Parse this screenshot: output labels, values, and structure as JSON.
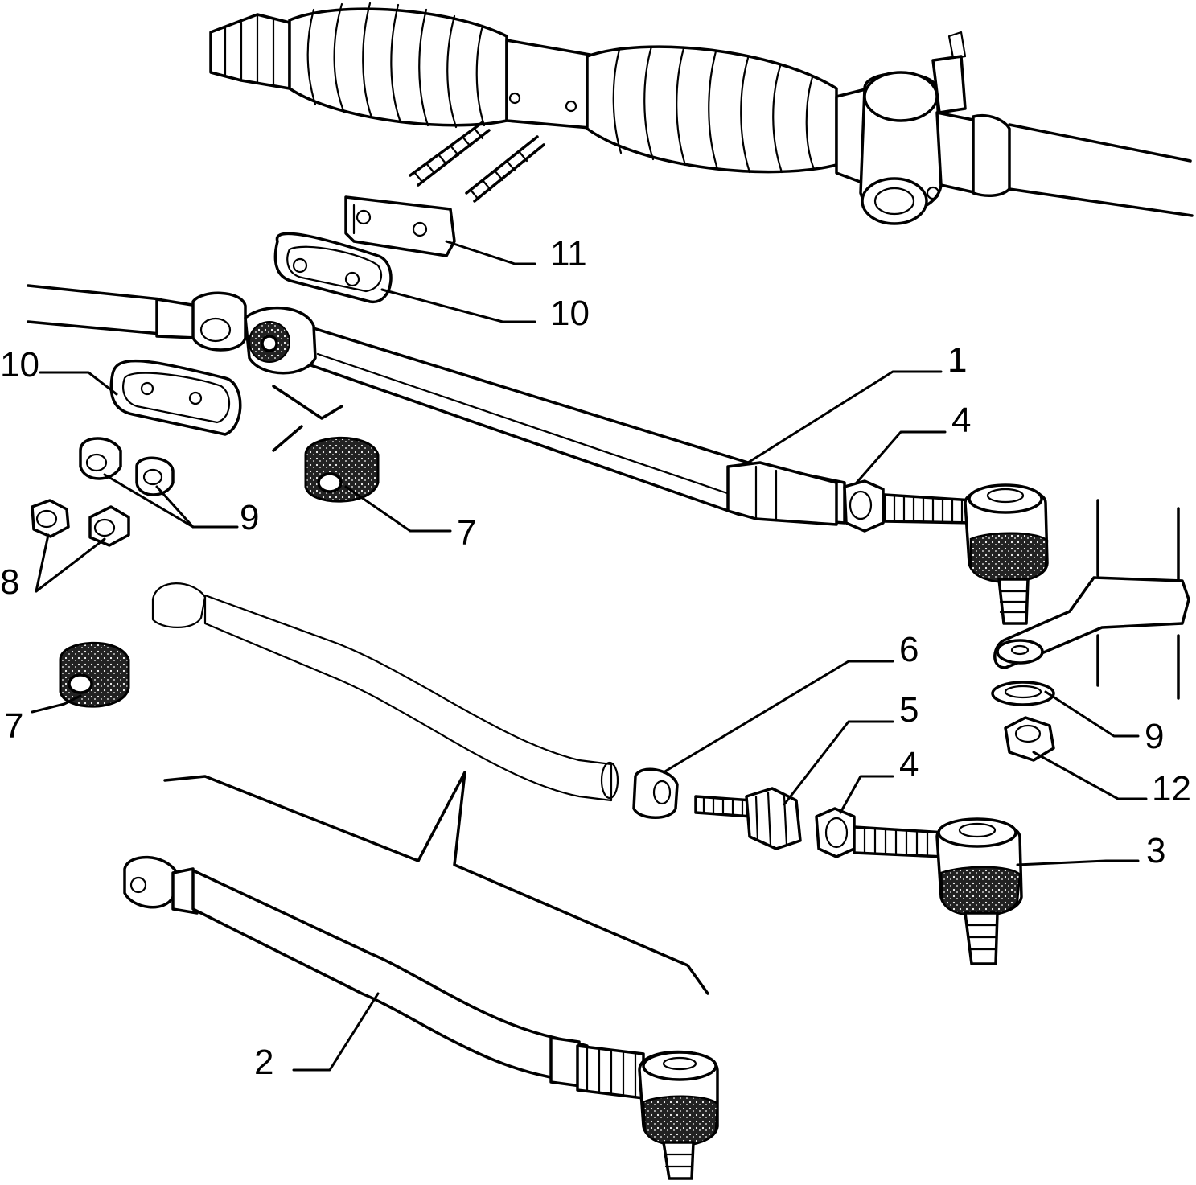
{
  "callouts": [
    {
      "id": "c11a",
      "text": "11"
    },
    {
      "id": "c10a",
      "text": "10"
    },
    {
      "id": "c10b",
      "text": "10"
    },
    {
      "id": "c1",
      "text": "1"
    },
    {
      "id": "c4a",
      "text": "4"
    },
    {
      "id": "c9a",
      "text": "9"
    },
    {
      "id": "c7a",
      "text": "7"
    },
    {
      "id": "c8",
      "text": "8"
    },
    {
      "id": "c6",
      "text": "6"
    },
    {
      "id": "c5",
      "text": "5"
    },
    {
      "id": "c4b",
      "text": "4"
    },
    {
      "id": "c9b",
      "text": "9"
    },
    {
      "id": "c12",
      "text": "12"
    },
    {
      "id": "c3",
      "text": "3"
    },
    {
      "id": "c7b",
      "text": "7"
    },
    {
      "id": "c2",
      "text": "2"
    }
  ]
}
